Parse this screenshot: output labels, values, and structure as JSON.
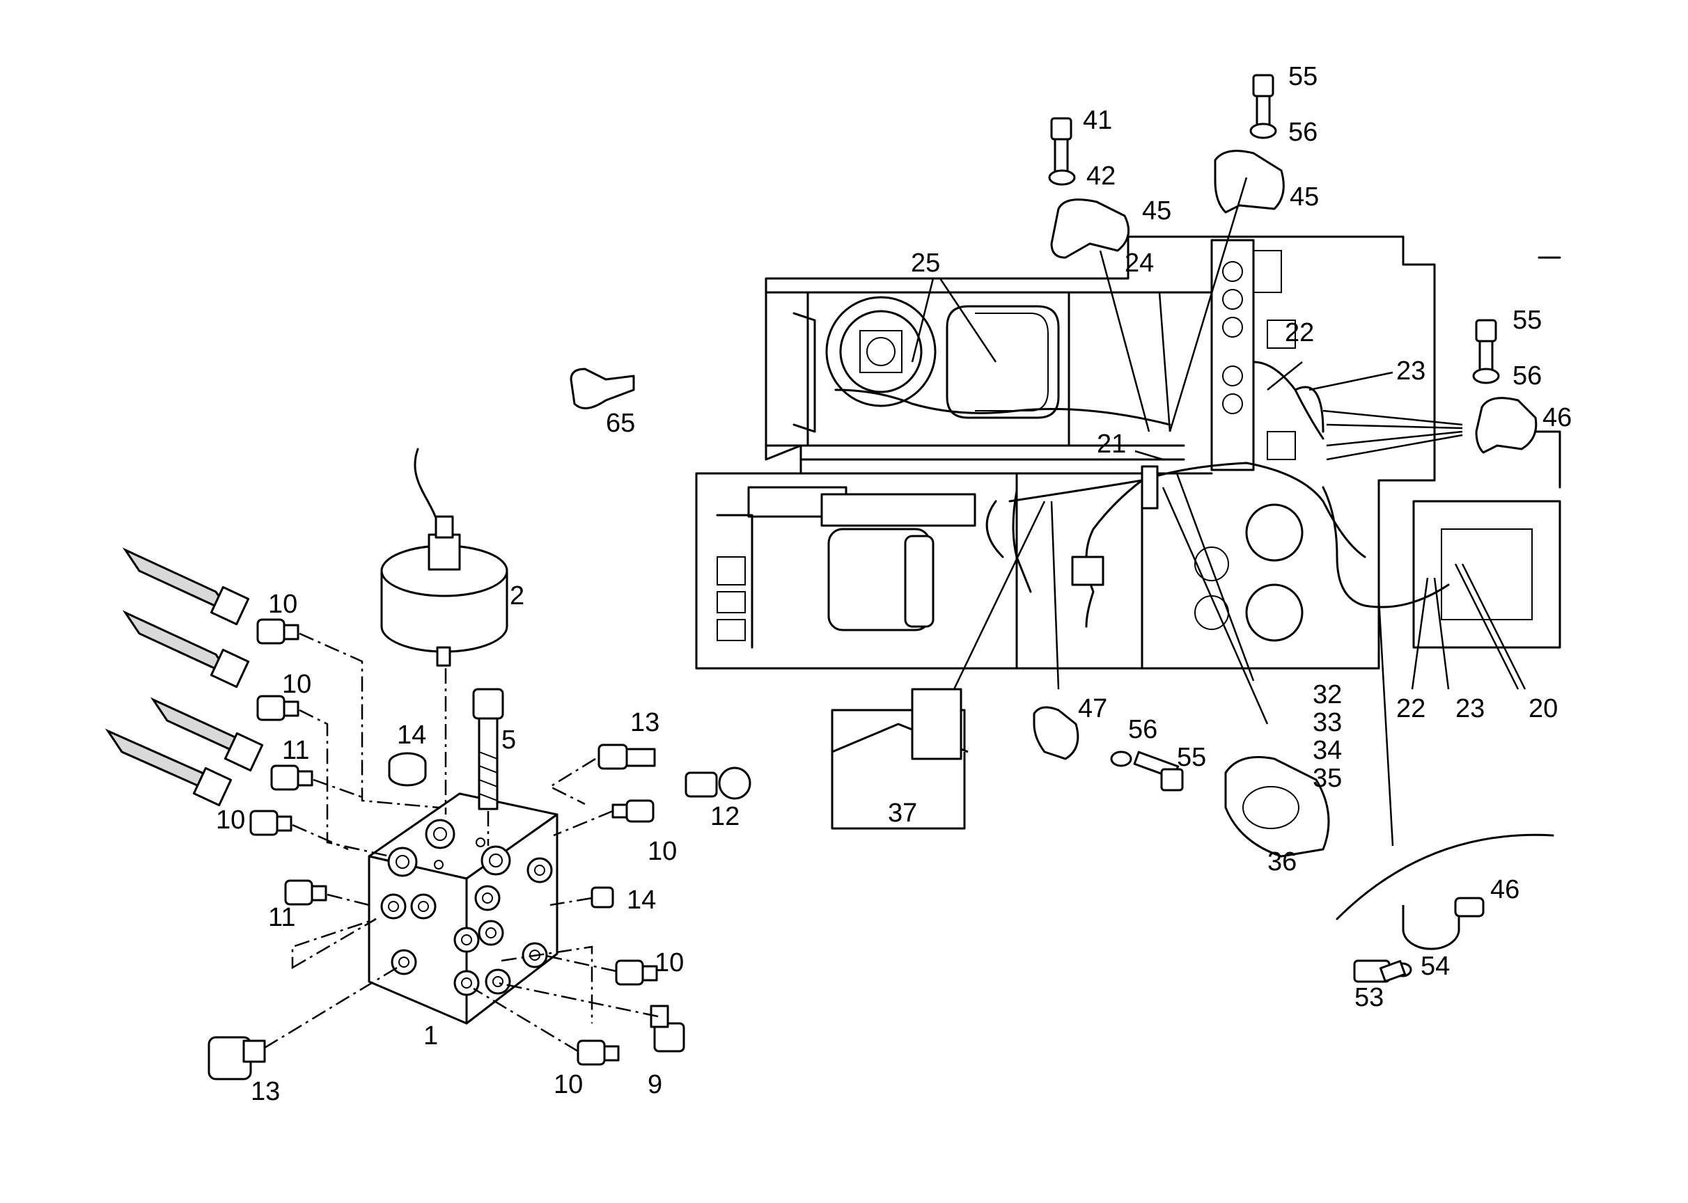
{
  "callouts": {
    "c1": "1",
    "c2": "2",
    "c5": "5",
    "c9": "9",
    "c10a": "10",
    "c10b": "10",
    "c10c": "10",
    "c10d": "10",
    "c10e": "10",
    "c10f": "10",
    "c11a": "11",
    "c11b": "11",
    "c12": "12",
    "c13a": "13",
    "c13b": "13",
    "c14a": "14",
    "c14b": "14",
    "c20": "20",
    "c21": "21",
    "c22a": "22",
    "c22b": "22",
    "c23a": "23",
    "c23b": "23",
    "c24": "24",
    "c25": "25",
    "c32": "32",
    "c33": "33",
    "c34": "34",
    "c35": "35",
    "c36": "36",
    "c37": "37",
    "c41": "41",
    "c42": "42",
    "c45a": "45",
    "c45b": "45",
    "c46a": "46",
    "c46b": "46",
    "c47": "47",
    "c53": "53",
    "c54": "54",
    "c55a": "55",
    "c55b": "55",
    "c55c": "55",
    "c56a": "56",
    "c56b": "56",
    "c56c": "56",
    "c65": "65"
  }
}
